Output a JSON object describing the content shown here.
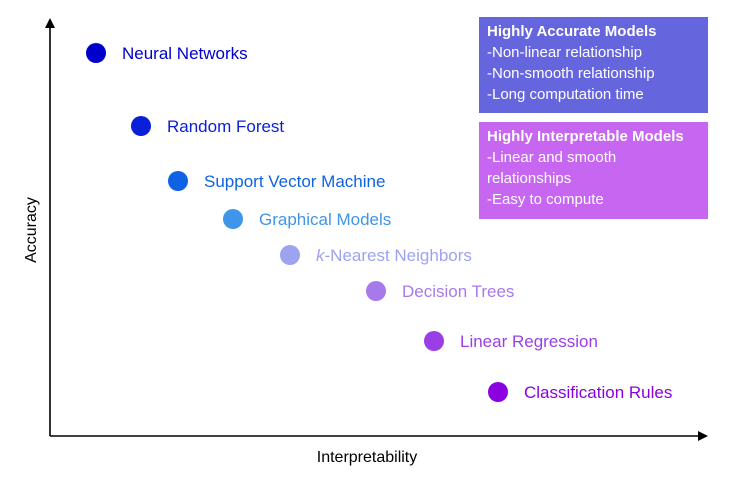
{
  "axes": {
    "x_label": "Interpretability",
    "y_label": "Accuracy"
  },
  "models": [
    {
      "prefix": "",
      "label": "Neural Networks",
      "interpretability": 1,
      "accuracy": 8,
      "color": "#0000CC"
    },
    {
      "prefix": "",
      "label": "Random Forest",
      "interpretability": 2,
      "accuracy": 7,
      "color": "#0A1FD8"
    },
    {
      "prefix": "",
      "label": "Support Vector Machine",
      "interpretability": 3,
      "accuracy": 6,
      "color": "#0F62E4"
    },
    {
      "prefix": "",
      "label": "Graphical Models",
      "interpretability": 4,
      "accuracy": 5,
      "color": "#3F95E8"
    },
    {
      "prefix": "k",
      "label": "-Nearest Neighbors",
      "interpretability": 5,
      "accuracy": 4,
      "color": "#9EA3F0"
    },
    {
      "prefix": "",
      "label": "Decision Trees",
      "interpretability": 6,
      "accuracy": 3,
      "color": "#A77AEB"
    },
    {
      "prefix": "",
      "label": "Linear Regression",
      "interpretability": 7,
      "accuracy": 2,
      "color": "#9A3FE6"
    },
    {
      "prefix": "",
      "label": "Classification Rules",
      "interpretability": 8,
      "accuracy": 1,
      "color": "#8A00E0"
    }
  ],
  "boxes": {
    "accurate": {
      "title": "Highly Accurate Models",
      "lines": [
        "-Non-linear relationship",
        "-Non-smooth relationship",
        "-Long computation time"
      ],
      "color": "#6565DE"
    },
    "interpretable": {
      "title": "Highly Interpretable Models",
      "lines": [
        "-Linear and smooth",
        "relationships",
        "-Easy to compute"
      ],
      "color": "#C766F0"
    }
  }
}
